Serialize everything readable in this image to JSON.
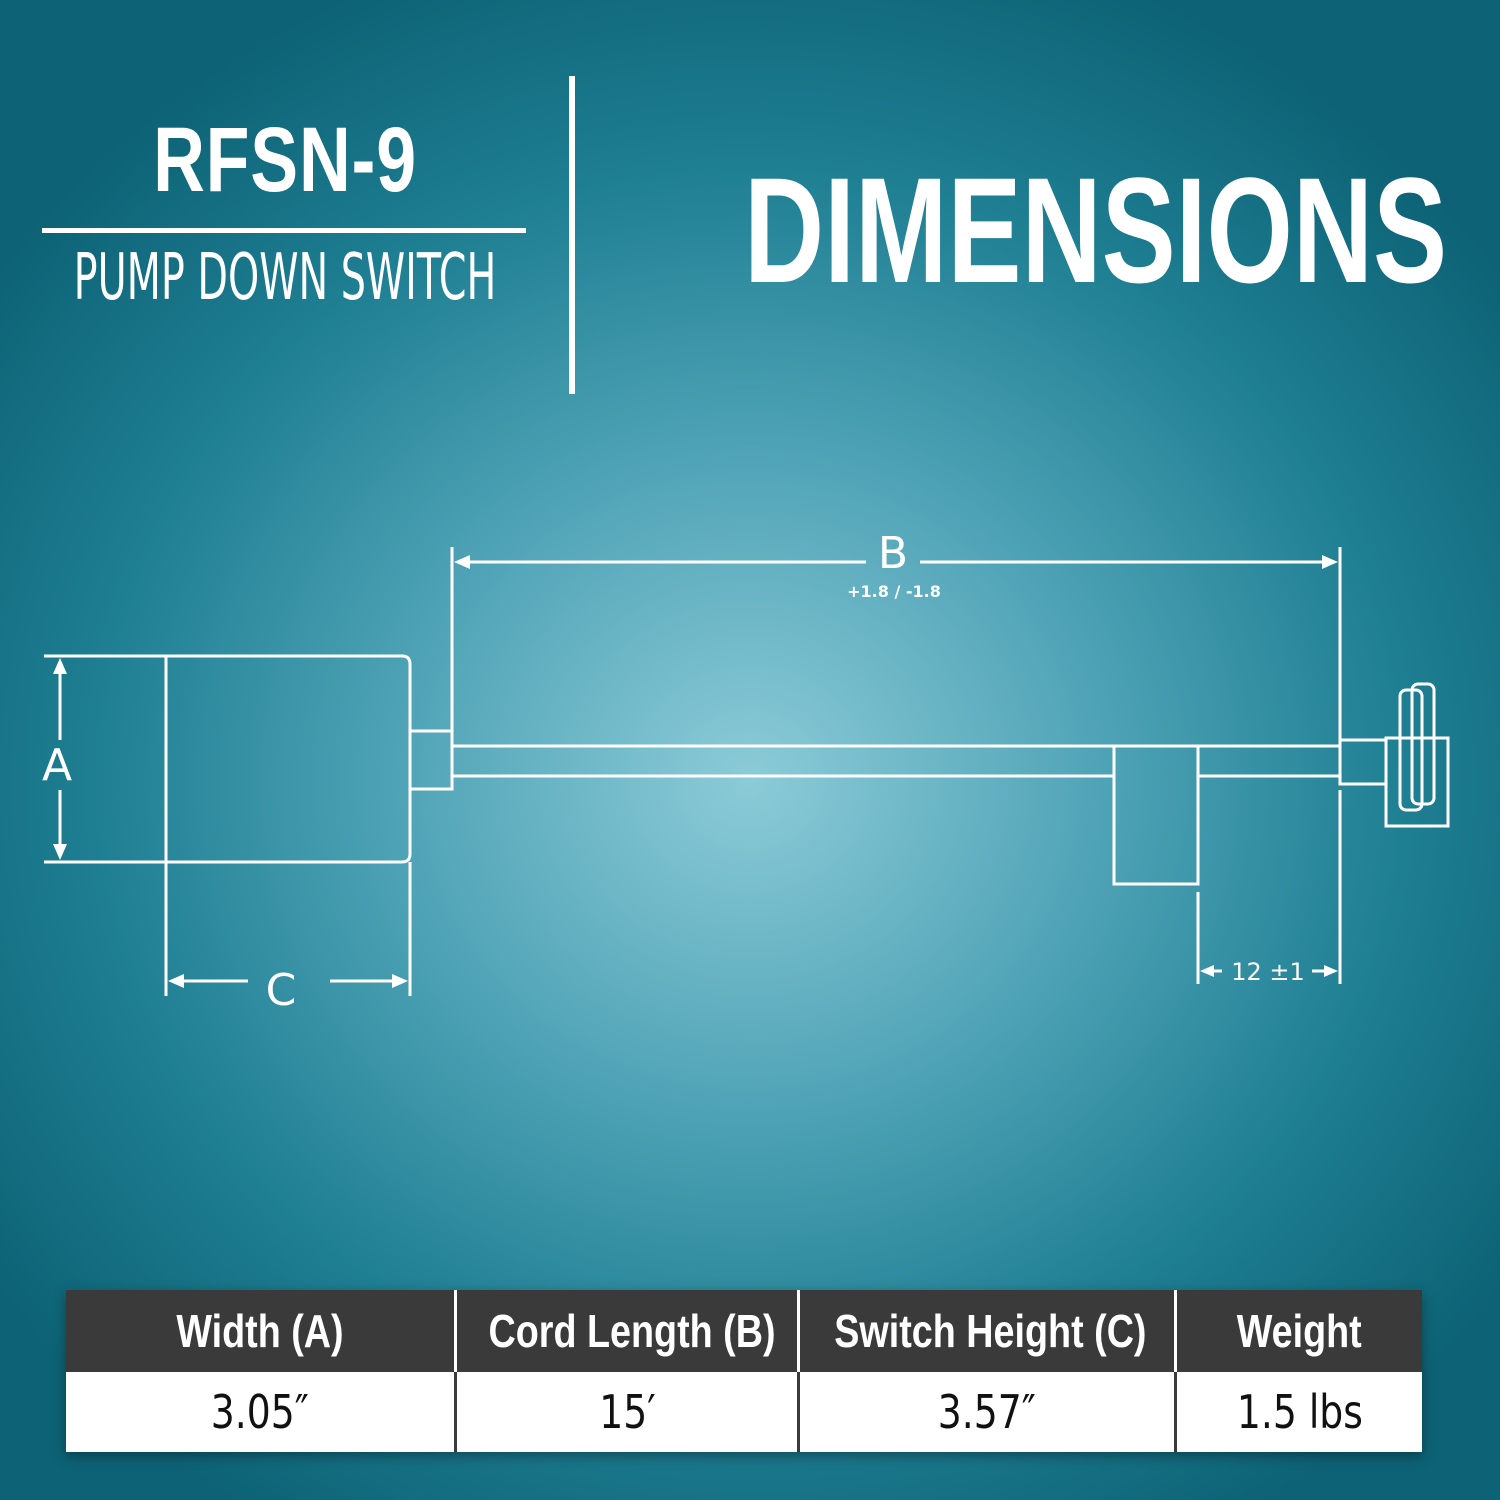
{
  "header": {
    "model": "RFSN-9",
    "subtitle": "PUMP DOWN SWITCH",
    "heading": "DIMENSIONS"
  },
  "diagram": {
    "label_a": "A",
    "label_b": "B",
    "label_b_tolerance": "+1.8 / -1.8",
    "label_c": "C",
    "label_offset": "12 ±1"
  },
  "specs": {
    "headers": [
      "Width (A)",
      "Cord Length (B)",
      "Switch Height (C)",
      "Weight"
    ],
    "values": [
      "3.05″",
      "15′",
      "3.57″",
      "1.5 lbs"
    ]
  },
  "colors": {
    "background_center": "#8ccbd8",
    "background_edge": "#0d6275",
    "table_header": "#3a3a3a",
    "line": "#ffffff"
  }
}
